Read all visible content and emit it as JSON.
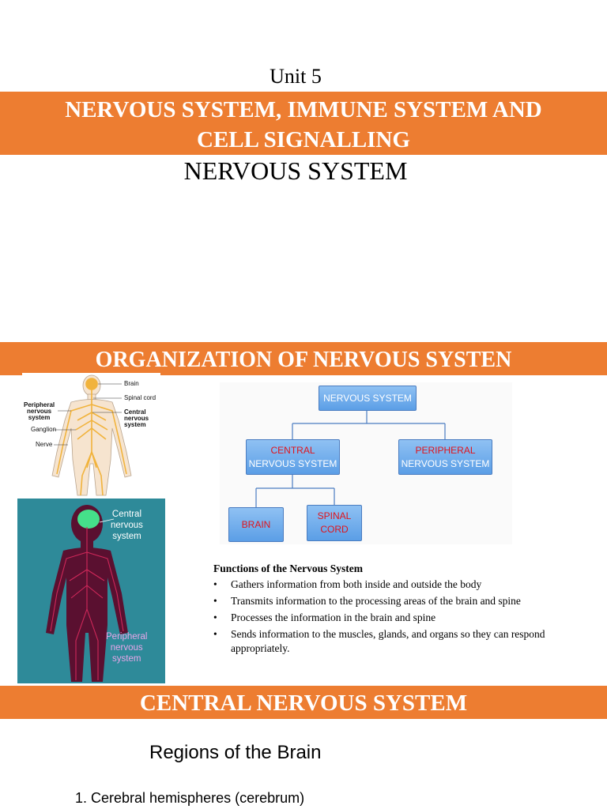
{
  "header": {
    "unit": "Unit 5",
    "title_line1": "NERVOUS  SYSTEM, IMMUNE SYSTEM AND",
    "title_line2": "CELL SIGNALLING",
    "subtitle": "NERVOUS SYSTEM"
  },
  "section1": {
    "heading": "ORGANIZATION OF NERVOUS SYSTEN"
  },
  "figure1": {
    "labels": {
      "brain": "Brain",
      "spinal_cord": "Spinal cord",
      "central": [
        "Central",
        "nervous",
        "system"
      ],
      "peripheral": [
        "Peripheral",
        "nervous",
        "system"
      ],
      "ganglion": "Ganglion",
      "nerve": "Nerve"
    },
    "colors": {
      "nerves": "#f1b33c",
      "skin": "#f6e4cf"
    }
  },
  "figure2": {
    "central_label": [
      "Central",
      "nervous",
      "system"
    ],
    "peripheral_label": [
      "Peripheral",
      "nervous",
      "system"
    ],
    "colors": {
      "background": "#2e8a99",
      "brain": "#45e08a",
      "body": "#5a1030",
      "nerves": "#d0285a",
      "central_text": "#ffffff",
      "peripheral_text": "#e9a6e9"
    }
  },
  "diagram": {
    "root": "NERVOUS SYSTEM",
    "central": [
      "CENTRAL",
      "NERVOUS SYSTEM"
    ],
    "peripheral": [
      "PERIPHERAL",
      "NERVOUS SYSTEM"
    ],
    "brain": "BRAIN",
    "spinal": [
      "SPINAL",
      "CORD"
    ]
  },
  "functions": {
    "heading": "Functions of the Nervous System",
    "items": [
      "Gathers information from both inside and outside the body",
      "Transmits information to the processing areas of the brain and spine",
      "Processes the information in the brain and spine",
      "Sends information to the muscles, glands, and organs so they can respond appropriately."
    ]
  },
  "section2": {
    "heading": "CENTRAL NERVOUS SYSTEM"
  },
  "regions": {
    "title": "Regions of the Brain",
    "items": [
      "1.  Cerebral hemispheres (cerebrum)"
    ]
  },
  "colors": {
    "band": "#ed7d31",
    "node": "#5b9ee6",
    "node_red_text": "#e0141c"
  }
}
